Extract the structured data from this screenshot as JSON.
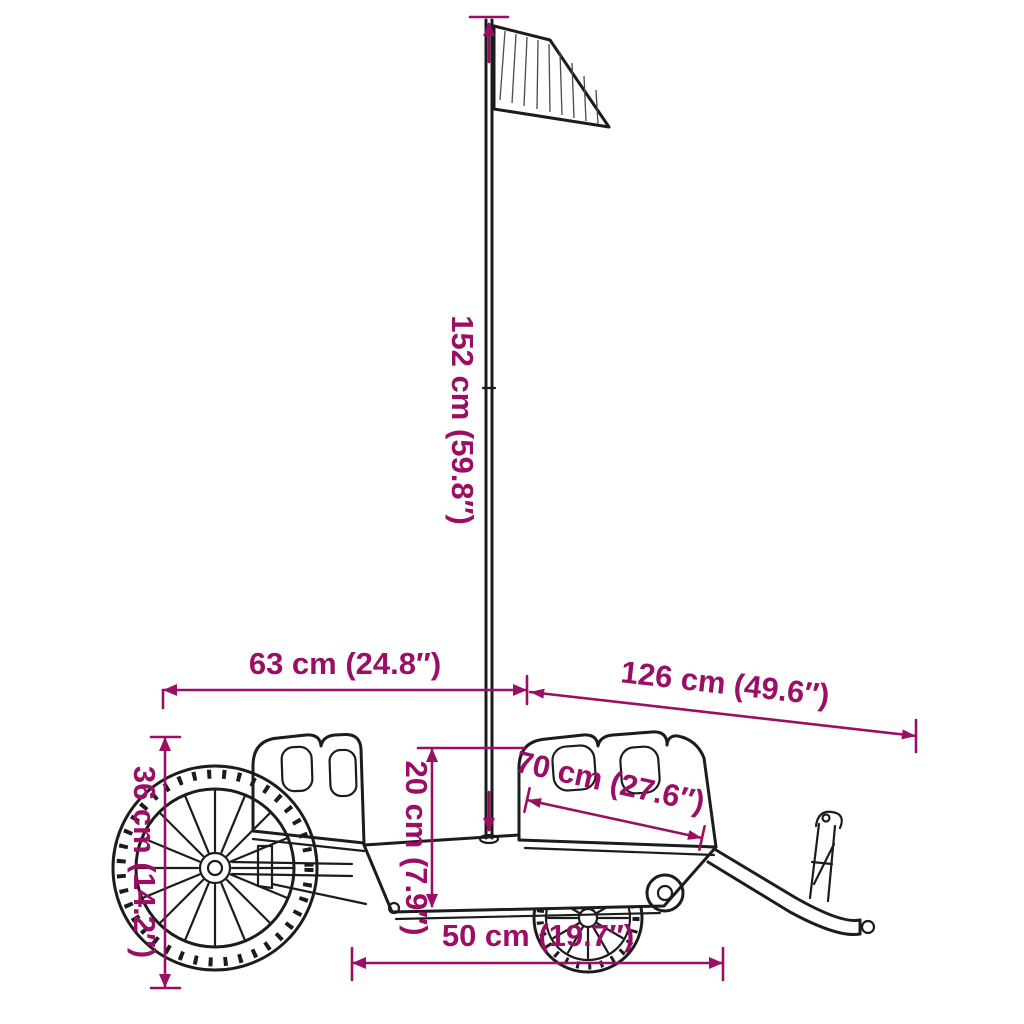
{
  "diagram": {
    "kind": "product-dimensions-line-drawing",
    "subject": "bicycle cargo trailer with safety flag"
  },
  "colors": {
    "dimension_accent": "#9a0f65",
    "line_art": "#1c1c1c",
    "background": "#ffffff"
  },
  "dimensions": {
    "pole_height": "152 cm (59.8″)",
    "left_section_length": "63 cm (24.8″)",
    "total_length": "126 cm (49.6″)",
    "side_height": "36 cm (14.2″)",
    "wall_height": "20 cm (7.9″)",
    "bed_width": "70 cm (27.6″)",
    "bed_length": "50 cm (19.7″)"
  }
}
